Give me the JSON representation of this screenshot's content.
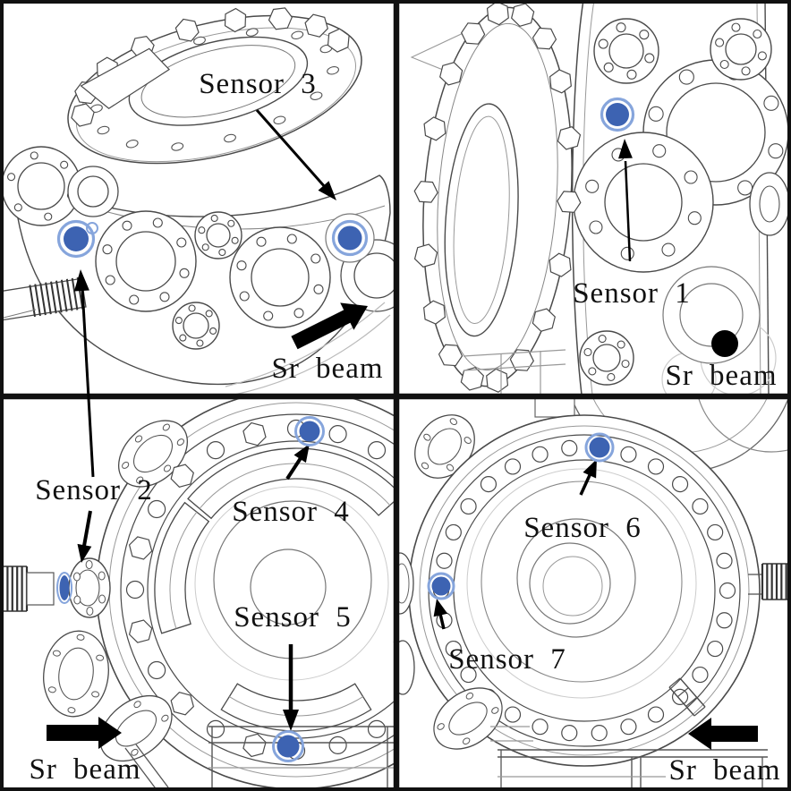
{
  "sensors": [
    {
      "label": "Sensor 1"
    },
    {
      "label": "Sensor 2"
    },
    {
      "label": "Sensor 3"
    },
    {
      "label": "Sensor 4"
    },
    {
      "label": "Sensor 5"
    },
    {
      "label": "Sensor 6"
    },
    {
      "label": "Sensor 7"
    }
  ],
  "beams": {
    "top_left": "Sr beam",
    "top_right": "Sr beam",
    "bottom_left": "Sr beam",
    "bottom_right": "Sr beam"
  },
  "colors": {
    "sensor_fill": "#3d63b2",
    "sensor_ring": "#86a5dc",
    "annotation": "#000000"
  }
}
